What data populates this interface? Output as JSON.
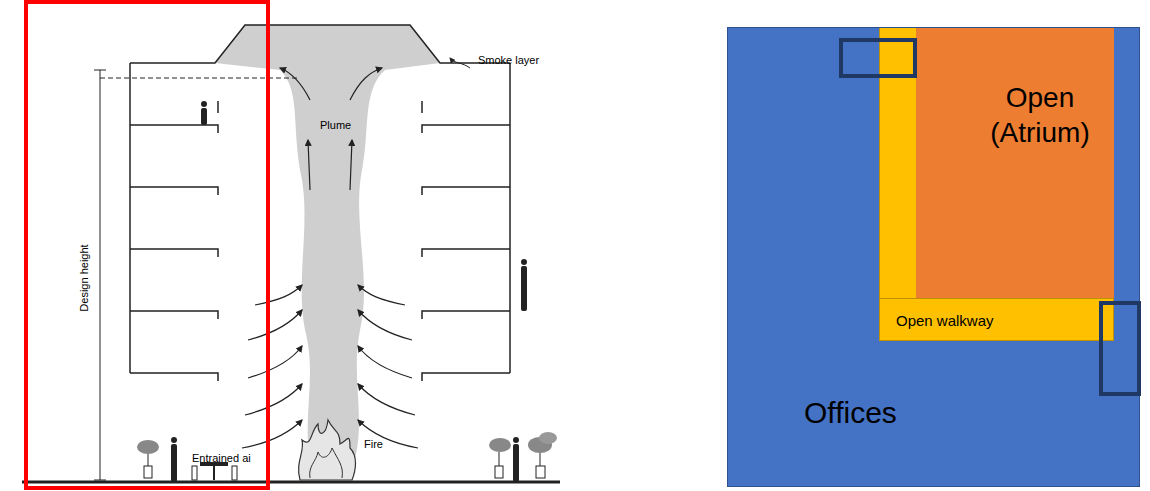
{
  "diagram": {
    "nodes": [
      {
        "text": [
          "Offices"
        ]
      },
      {
        "text": [
          "Open (Atrium)"
        ],
        "in": 0
      },
      {
        "text": [
          "Open walkway"
        ],
        "in": 0
      }
    ],
    "labels": [
      "Smoke layer",
      "Plume",
      "Design height",
      "Entrained ai",
      "Fire"
    ]
  }
}
